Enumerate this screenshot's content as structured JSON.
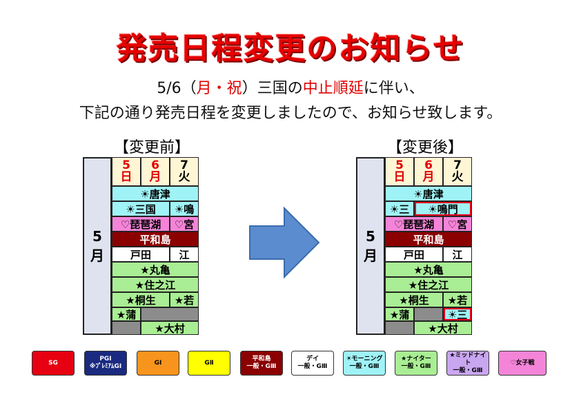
{
  "title": "発売日程変更のお知らせ",
  "notice": {
    "line1_pre": "5/6（",
    "line1_red1": "月・祝",
    "line1_mid": "）三国の",
    "line1_red2": "中止順延",
    "line1_post": "に伴い、",
    "line2": "下記の通り発売日程を変更しましたので、お知らせ致します。"
  },
  "before": {
    "caption": "【変更前】",
    "month_num": "5",
    "month_unit": "月",
    "days": [
      {
        "num": "5",
        "dow": "日"
      },
      {
        "num": "6",
        "dow": "月"
      },
      {
        "num": "7",
        "dow": "火"
      }
    ],
    "rows": {
      "karatsu": "☀唐津",
      "mikuni": "☀三国",
      "naru_short": "☀鳴",
      "biwako": "♡琵琶湖",
      "miya": "♡宮",
      "heiwajima": "平和島",
      "toda": "戸田",
      "edo": "江",
      "marugame": "★丸亀",
      "suminoe": "★住之江",
      "kiryu": "★桐生",
      "waka": "★若",
      "gama": "★蒲",
      "omura": "★大村"
    }
  },
  "after": {
    "caption": "【変更後】",
    "month_num": "5",
    "month_unit": "月",
    "days": [
      {
        "num": "5",
        "dow": "日"
      },
      {
        "num": "6",
        "dow": "月"
      },
      {
        "num": "7",
        "dow": "火"
      }
    ],
    "rows": {
      "karatsu": "☀唐津",
      "mikuni": "☀三",
      "naruto": "☀鳴門",
      "biwako": "♡琵琶湖",
      "miya": "♡宮",
      "heiwajima": "平和島",
      "toda": "戸田",
      "edo": "江",
      "marugame": "★丸亀",
      "suminoe": "★住之江",
      "kiryu": "★桐生",
      "waka": "★若",
      "gama": "★蒲",
      "mikuni2": "☀三",
      "omura": "★大村"
    }
  },
  "legend": [
    {
      "line1": "SG",
      "line2": "",
      "bg": "#e60012",
      "fg": "#ffffff"
    },
    {
      "line1": "PGⅠ",
      "line2": "※ﾌﾟﾚﾐｱﾑGⅠ",
      "bg": "#1a2a80",
      "fg": "#ffffff"
    },
    {
      "line1": "GⅠ",
      "line2": "",
      "bg": "#f7941d",
      "fg": "#000000"
    },
    {
      "line1": "GⅡ",
      "line2": "",
      "bg": "#ffff00",
      "fg": "#000000"
    },
    {
      "line1": "平和島",
      "line2": "一般・GⅢ",
      "bg": "#8b0000",
      "fg": "#ffffff"
    },
    {
      "line1": "デイ",
      "line2": "一般・GⅢ",
      "bg": "#ffffff",
      "fg": "#000000"
    },
    {
      "line1": "☀モーニング",
      "line2": "一般・GⅢ",
      "bg": "#9ff3f6",
      "fg": "#000000"
    },
    {
      "line1": "★ナイター",
      "line2": "一般・GⅢ",
      "bg": "#a9ee94",
      "fg": "#000000"
    },
    {
      "line1": "★ミッドナイト",
      "line2": "一般・GⅢ",
      "bg": "#c9a6f0",
      "fg": "#000000"
    },
    {
      "line1": "♡女子戦",
      "line2": "",
      "bg": "#f484d8",
      "fg": "#000000"
    }
  ],
  "colors": {
    "accent_red": "#e60000",
    "highlight": "#e8001c",
    "arrow": "#5b8ccf"
  }
}
